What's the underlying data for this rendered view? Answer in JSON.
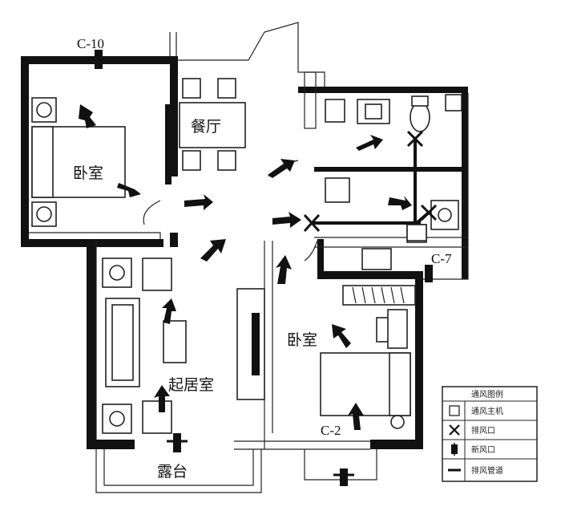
{
  "rooms": {
    "bedroom_nw": "卧室",
    "dining": "餐厅",
    "living": "起居室",
    "bedroom_se": "卧室",
    "balcony": "露台"
  },
  "codes": {
    "c10": "C-10",
    "c7": "C-7",
    "c2": "C-2"
  },
  "legend": {
    "title": "通风图例",
    "items": [
      {
        "icon": "ventilation-unit-icon",
        "label": "通风主机"
      },
      {
        "icon": "exhaust-vent-icon",
        "label": "排风口"
      },
      {
        "icon": "fresh-air-inlet-icon",
        "label": "新风口"
      },
      {
        "icon": "exhaust-duct-icon",
        "label": "排风管道"
      }
    ]
  }
}
